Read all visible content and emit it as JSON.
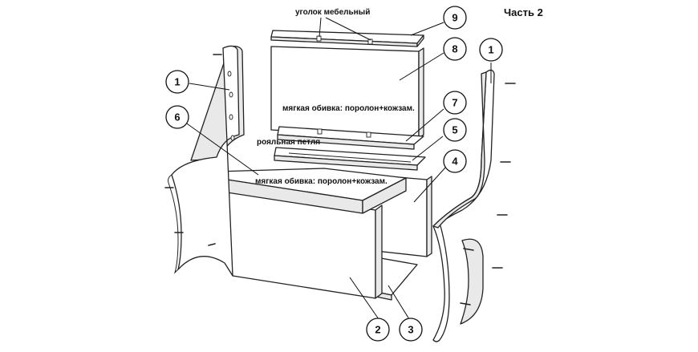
{
  "title": "Часть 2",
  "notes": {
    "corner": "уголок мебельный",
    "soft_back": "мягкая обивка: поролон+кожзам.",
    "hinge": "рояльная петля",
    "soft_seat": "мягкая обивка: поролон+кожзам."
  },
  "callouts": {
    "c9": "9",
    "c8": "8",
    "c7": "7",
    "c5": "5",
    "c4": "4",
    "c1_left": "1",
    "c1_right": "1",
    "c6": "6",
    "c2": "2",
    "c3": "3"
  }
}
